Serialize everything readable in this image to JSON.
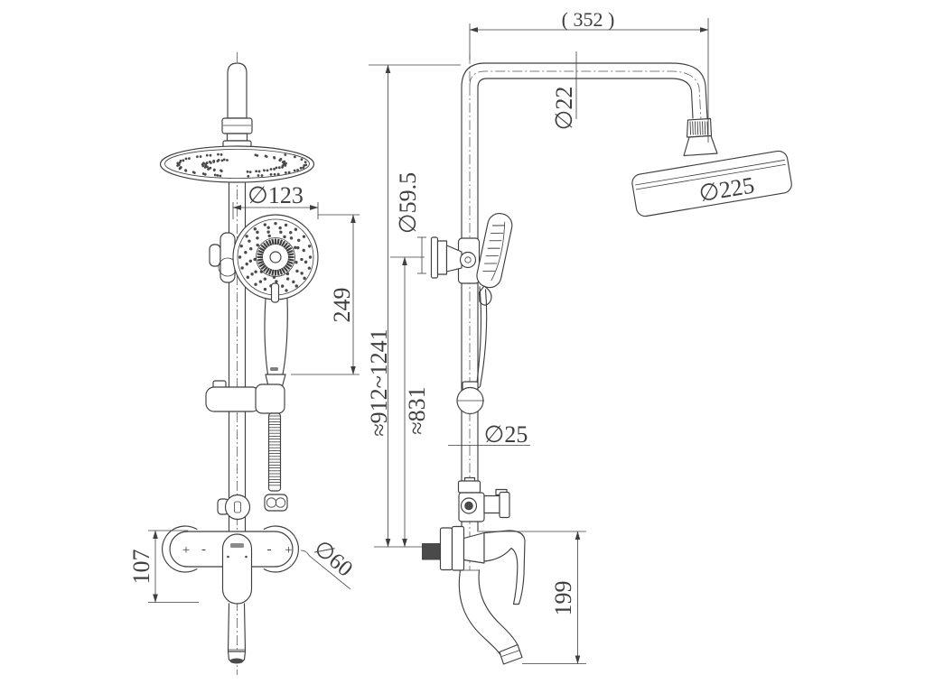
{
  "drawing": {
    "background": "#ffffff",
    "line_color": "#3f3f3f",
    "views": {
      "front": {
        "labels": {
          "hand_shower_diameter": "∅123",
          "hand_shower_length": "249",
          "valve_body_height": "107",
          "escutcheon_diameter": "∅60"
        },
        "valve_marks": [
          "+",
          "-",
          "-",
          "+"
        ]
      },
      "side": {
        "labels": {
          "arm_reach": "( 352 )",
          "arm_pipe_diameter": "∅22",
          "wall_bracket_diameter": "∅59.5",
          "column_height_range": "≈912~1241",
          "bracket_to_valve_height": "≈831",
          "column_pipe_diameter": "∅25",
          "overhead_shower_diameter": "∅225",
          "spout_drop_height": "199"
        }
      }
    }
  }
}
